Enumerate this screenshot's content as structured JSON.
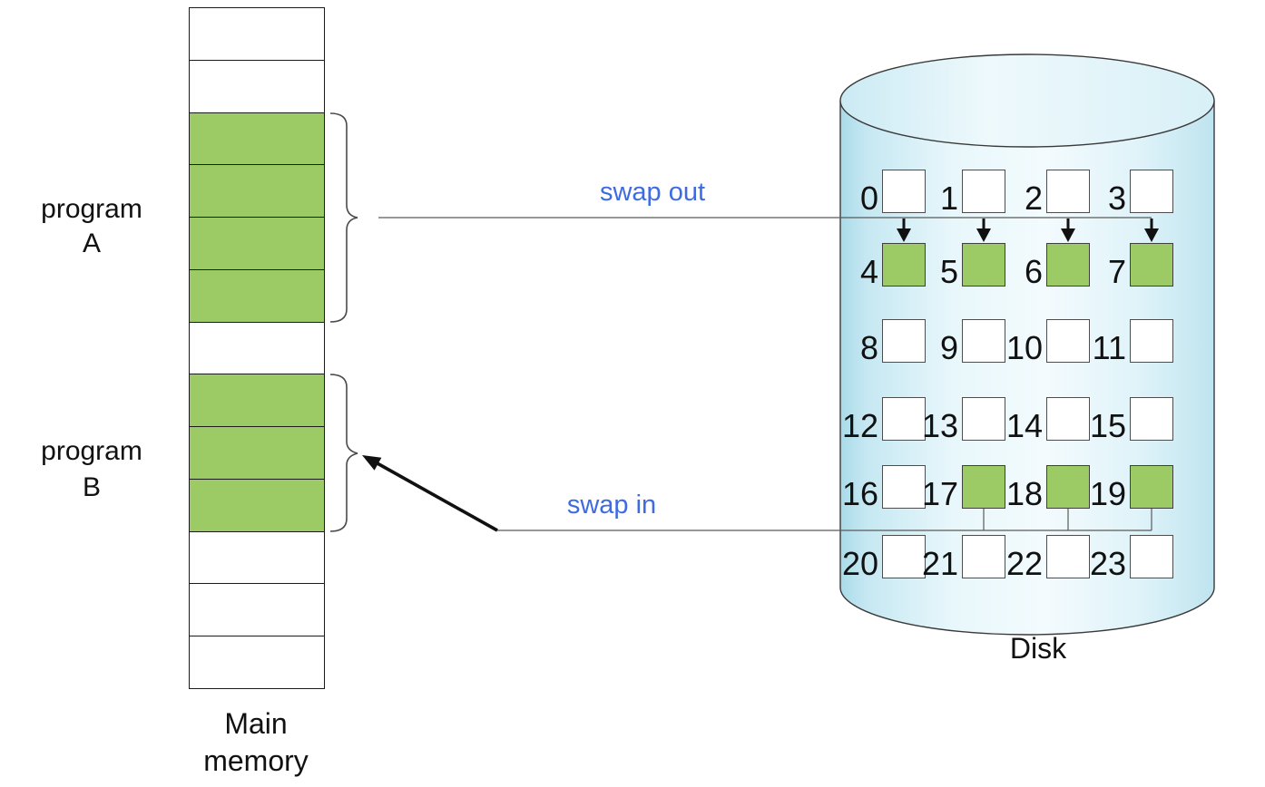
{
  "labels": {
    "program_a": [
      "program",
      "A"
    ],
    "program_b": [
      "program",
      "B"
    ],
    "main_memory": [
      "Main",
      "memory"
    ],
    "swap_out": "swap out",
    "swap_in": "swap in",
    "disk": "Disk"
  },
  "colors": {
    "block_green": "#9CCB66",
    "swap_label_blue": "#3F6BE2",
    "line_gray": "#5a5a5a",
    "arrow_black": "#111111",
    "border_dark": "#1a1a1a",
    "cylinder_outline": "#3a3a3a",
    "cylinder_body_gradient": [
      "#A9DBE9",
      "#C6E8F2",
      "#E8F7FB",
      "#F3FBFE",
      "#DFF3F9",
      "#BFE4EF"
    ],
    "cylinder_top_gradient": [
      "#CBEAF4",
      "#EEF9FC",
      "#D8F0F7"
    ]
  },
  "memory": {
    "cells": [
      "free",
      "free",
      "A",
      "A",
      "A",
      "A",
      "free",
      "B",
      "B",
      "B",
      "free",
      "free",
      "free"
    ]
  },
  "disk": {
    "cells": [
      {
        "n": "0",
        "green": false
      },
      {
        "n": "1",
        "green": false
      },
      {
        "n": "2",
        "green": false
      },
      {
        "n": "3",
        "green": false
      },
      {
        "n": "4",
        "green": true
      },
      {
        "n": "5",
        "green": true
      },
      {
        "n": "6",
        "green": true
      },
      {
        "n": "7",
        "green": true
      },
      {
        "n": "8",
        "green": false
      },
      {
        "n": "9",
        "green": false
      },
      {
        "n": "10",
        "green": false
      },
      {
        "n": "11",
        "green": false
      },
      {
        "n": "12",
        "green": false
      },
      {
        "n": "13",
        "green": false
      },
      {
        "n": "14",
        "green": false
      },
      {
        "n": "15",
        "green": false
      },
      {
        "n": "16",
        "green": false
      },
      {
        "n": "17",
        "green": true
      },
      {
        "n": "18",
        "green": true
      },
      {
        "n": "19",
        "green": true
      },
      {
        "n": "20",
        "green": false
      },
      {
        "n": "21",
        "green": false
      },
      {
        "n": "22",
        "green": false
      },
      {
        "n": "23",
        "green": false
      }
    ]
  }
}
